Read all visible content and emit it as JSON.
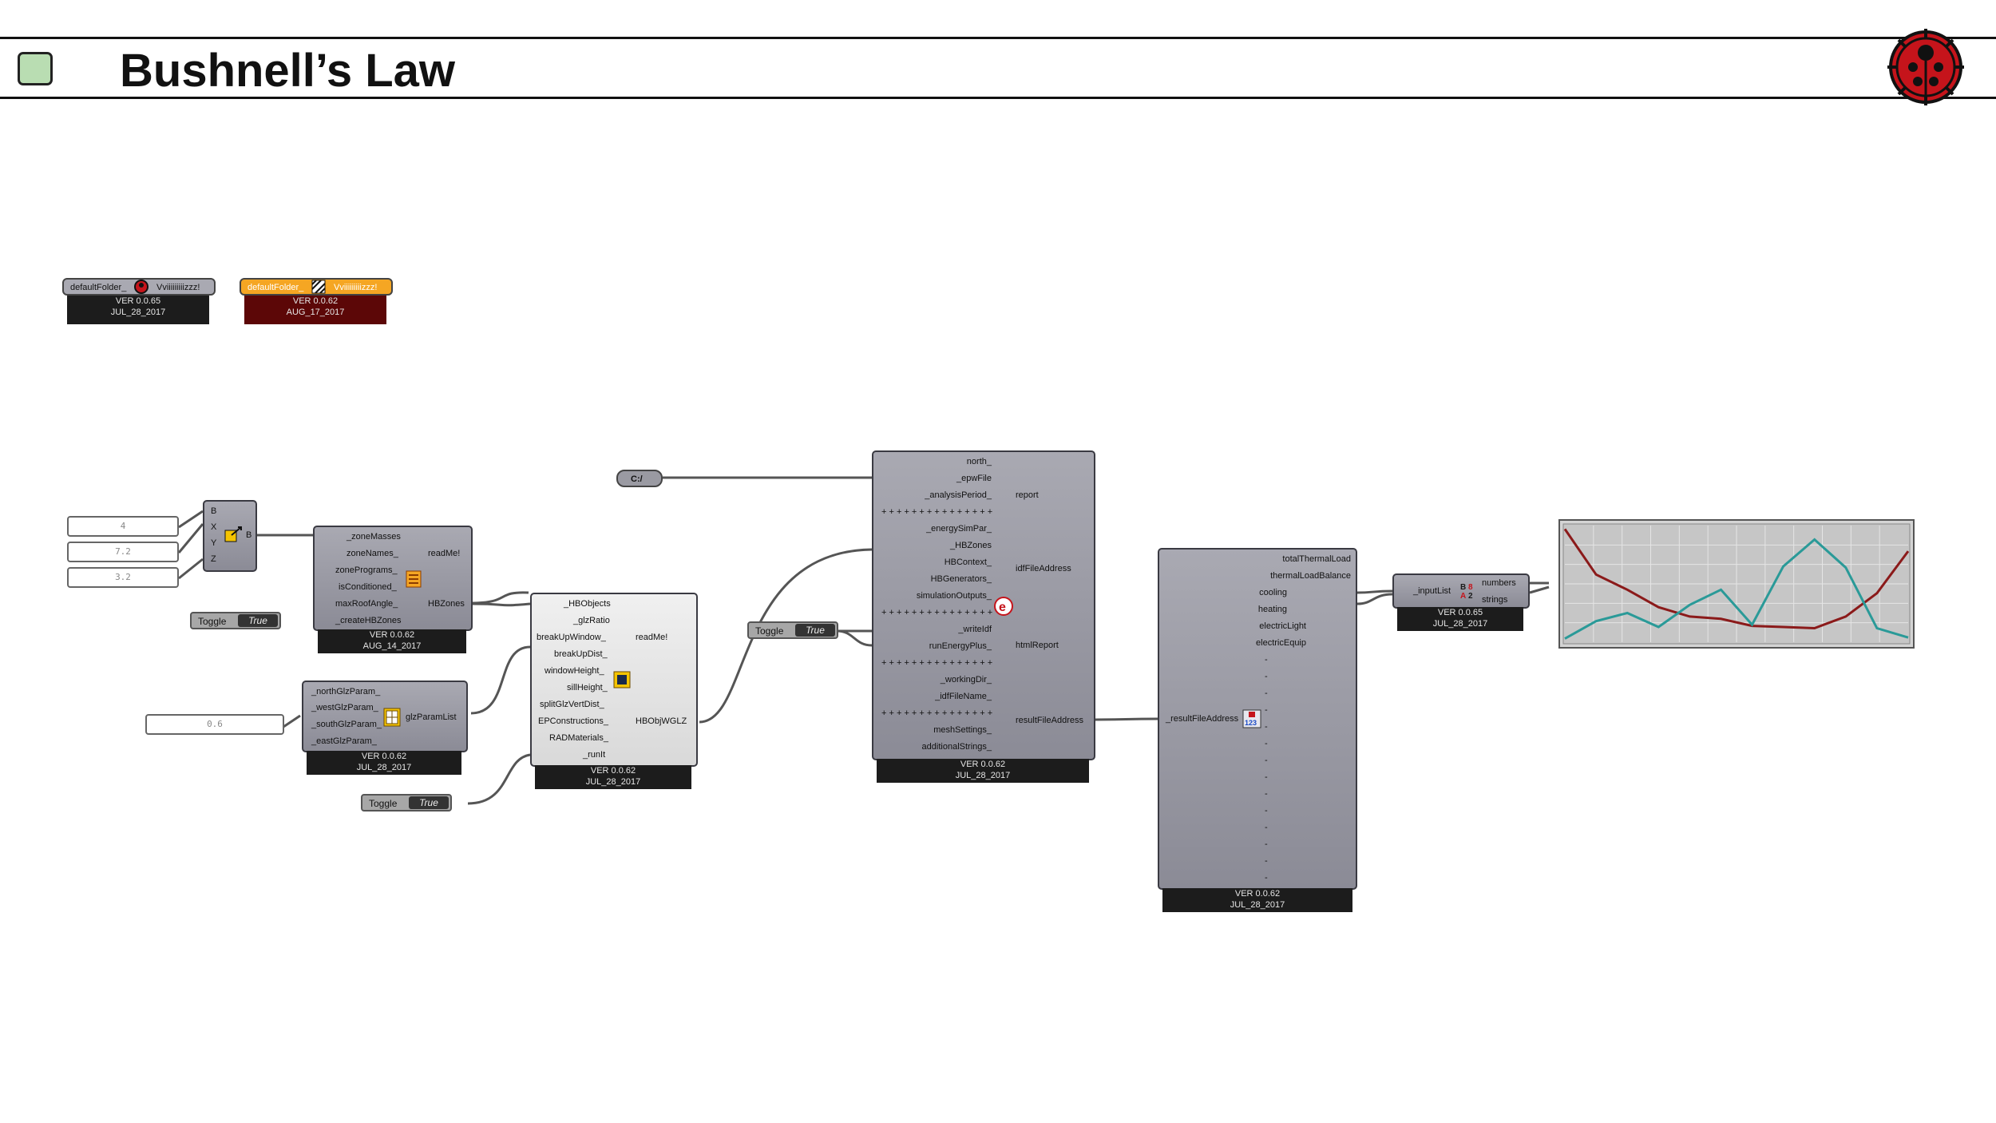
{
  "title": "Bushnell’s Law",
  "colors": {
    "swatch": "#b9ddb2",
    "logo_red": "#c5141b",
    "graph_red": "#8b1a1a",
    "graph_teal": "#2a9a98",
    "update_orange": "#f5a623"
  },
  "icons": [
    "ladybug-logo-icon",
    "honeybee-icon",
    "hatch-icon",
    "energyplus-icon",
    "numbers-icon",
    "list-icon",
    "vector-icon",
    "panel-icon"
  ],
  "defaultFolder_current": {
    "input": "defaultFolder_",
    "output": "Vviiiiiiiiizzz!",
    "version": "VER 0.0.65",
    "date": "JUL_28_2017"
  },
  "defaultFolder_update": {
    "input": "defaultFolder_",
    "output": "Vviiiiiiiiizzz!",
    "version": "VER 0.0.62",
    "date": "AUG_17_2017"
  },
  "number_inputs": [
    "4",
    "7.2",
    "3.2"
  ],
  "glazing_value": "0.6",
  "vector_component": {
    "inputs": [
      "B",
      "X",
      "Y",
      "Z"
    ],
    "output": "B"
  },
  "masses2zones": {
    "inputs": [
      "_zoneMasses",
      "zoneNames_",
      "zonePrograms_",
      "isConditioned_",
      "maxRoofAngle_",
      "_createHBZones"
    ],
    "outputs": [
      "readMe!",
      "HBZones"
    ],
    "version": "VER 0.0.62",
    "date": "AUG_14_2017"
  },
  "toggle_1": {
    "label": "Toggle",
    "value": "True"
  },
  "glzParam": {
    "inputs": [
      "_northGlzParam_",
      "_westGlzParam_",
      "_southGlzParam_",
      "_eastGlzParam_"
    ],
    "output": "glzParamList",
    "version": "VER 0.0.62",
    "date": "JUL_28_2017"
  },
  "toggle_2": {
    "label": "Toggle",
    "value": "True"
  },
  "glzByRatio": {
    "inputs": [
      "_HBObjects",
      "_glzRatio",
      "breakUpWindow_",
      "breakUpDist_",
      "windowHeight_",
      "sillHeight_",
      "splitGlzVertDist_",
      "EPConstructions_",
      "RADMaterials_",
      "_runIt"
    ],
    "outputs": [
      "readMe!",
      "HBObjWGLZ"
    ],
    "version": "VER 0.0.62",
    "date": "JUL_28_2017"
  },
  "path_param": "C:/",
  "toggle_3": {
    "label": "Toggle",
    "value": "True"
  },
  "runEnergy": {
    "inputs": [
      "north_",
      "_epwFile",
      "_analysisPeriod_",
      "+ + + + + + + + + + + + + + +",
      "_energySimPar_",
      "_HBZones",
      "HBContext_",
      "HBGenerators_",
      "simulationOutputs_",
      "+ + + + + + + + + + + + + + +",
      "_writeIdf",
      "runEnergyPlus_",
      "+ + + + + + + + + + + + + + +",
      "_workingDir_",
      "_idfFileName_",
      "+ + + + + + + + + + + + + + +",
      "meshSettings_",
      "additionalStrings_"
    ],
    "outputs": [
      "report",
      "idfFileAddress",
      "htmlReport",
      "resultFileAddress"
    ],
    "version": "VER 0.0.62",
    "date": "JUL_28_2017"
  },
  "readResults": {
    "input": "_resultFileAddress",
    "outputs": [
      "totalThermalLoad",
      "thermalLoadBalance",
      "cooling",
      "heating",
      "electricLight",
      "electricEquip",
      "-",
      "-",
      "-",
      "-",
      "-",
      "-",
      "-",
      "-",
      "-",
      "-",
      "-",
      "-",
      "-",
      "-"
    ],
    "version": "VER 0.0.62",
    "date": "JUL_28_2017"
  },
  "separateData": {
    "input": "_inputList",
    "outputs": [
      "numbers",
      "strings"
    ],
    "version": "VER 0.0.65",
    "date": "JUL_28_2017"
  },
  "chart_data": {
    "type": "line",
    "title": "",
    "xlabel": "",
    "ylabel": "",
    "x": [
      1,
      2,
      3,
      4,
      5,
      6,
      7,
      8,
      9,
      10,
      11,
      12
    ],
    "ylim": [
      0,
      1
    ],
    "grid": true,
    "series": [
      {
        "color": "#8b1a1a",
        "values": [
          0.97,
          0.58,
          0.45,
          0.3,
          0.22,
          0.2,
          0.14,
          0.13,
          0.12,
          0.22,
          0.42,
          0.78
        ]
      },
      {
        "color": "#2a9a98",
        "values": [
          0.03,
          0.18,
          0.25,
          0.13,
          0.32,
          0.45,
          0.15,
          0.65,
          0.88,
          0.64,
          0.12,
          0.04
        ]
      }
    ]
  }
}
